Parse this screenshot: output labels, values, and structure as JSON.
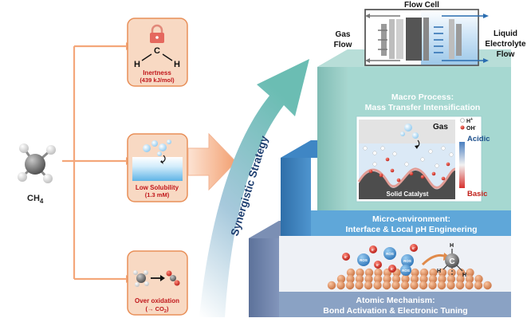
{
  "molecule": {
    "label": "CH",
    "sub": "4"
  },
  "challenges": [
    {
      "title": "Inertness",
      "detail": "(439 kJ/mol)"
    },
    {
      "title": "Low Solubility",
      "detail": "(1.3 mM)"
    },
    {
      "title": "Over oxidation",
      "detail": "(→ CO",
      "detail_sub": "2",
      "detail_end": ")"
    }
  ],
  "methane_atoms": {
    "h": "H",
    "c": "C"
  },
  "strategy": {
    "label": "Synergistic Strategy"
  },
  "flow_cell": {
    "title": "Flow Cell",
    "gas_flow": [
      "Gas",
      "Flow"
    ],
    "liquid_flow": [
      "Liquid",
      "Electrolyte",
      "Flow"
    ]
  },
  "levels": {
    "macro": {
      "title": "Macro Process:",
      "subtitle": "Mass Transfer Intensification"
    },
    "micro": {
      "title": "Micro-environment:",
      "subtitle": "Interface  &  Local pH Engineering"
    },
    "atomic": {
      "title": "Atomic Mechanism:",
      "subtitle": "Bond Activation  &  Electronic Tuning"
    }
  },
  "ph_panel": {
    "gas": "Gas",
    "legend_h": "H",
    "legend_h_sup": "+",
    "legend_oh": "OH",
    "legend_oh_sup": "-",
    "acidic": "Acidic",
    "basic": "Basic",
    "catalyst": "Solid Catalyst"
  },
  "atomic_panel": {
    "ros": "ROS",
    "electron": "e",
    "electron_sup": "-",
    "atom_c": "C",
    "atom_h": "H"
  },
  "colors": {
    "box_fill": "#f8d9c3",
    "box_stroke": "#e88f58",
    "connector": "#f4a77a",
    "red_text": "#c0171b",
    "teal_top": "#c6e3e0",
    "teal_face": "#8fcac2",
    "blue_band": "#5fa7d9",
    "slate_band": "#8aa2c4"
  }
}
